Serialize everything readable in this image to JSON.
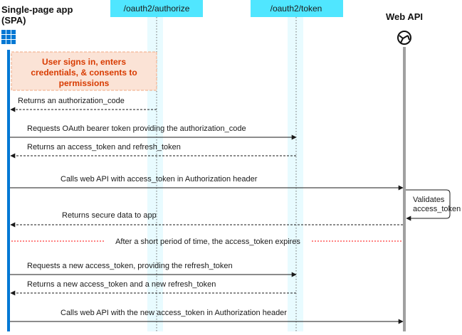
{
  "participants": {
    "spa": {
      "title_line1": "Single-page app",
      "title_line2": "(SPA)"
    },
    "authorize": {
      "label": "/oauth2/authorize"
    },
    "token": {
      "label": "/oauth2/token"
    },
    "api": {
      "title": "Web API"
    }
  },
  "note": {
    "line1": "User signs in, enters",
    "line2": "credentials, & consents to",
    "line3": "permissions"
  },
  "messages": {
    "m1": "Returns an authorization_code",
    "m2": "Requests OAuth bearer token providing the authorization_code",
    "m3": "Returns an access_token and refresh_token",
    "m4": "Calls web API with access_token in Authorization header",
    "m5_line1": "Validates",
    "m5_line2": "access_token",
    "m6": "Returns secure data to app",
    "m7": "Requests a new access_token, providing the refresh_token",
    "m8": "Returns a new access_token and a new refresh_token",
    "m9": "Calls web API with the new access_token in Authorization header"
  },
  "divider": {
    "text": "After a short period of time, the access_token expires"
  },
  "colors": {
    "endpoint_fill": "#50e6ff",
    "lane_fill": "#e8fbff",
    "spa_bar": "#0078d4",
    "api_bar": "#a0a0a0",
    "note_fill": "#fbe3d6",
    "note_border": "#f1a983",
    "note_text": "#d83b01",
    "divider_line": "#ff5a5a"
  },
  "icons": {
    "spa": "app-grid-icon",
    "api": "globe-network-icon"
  }
}
